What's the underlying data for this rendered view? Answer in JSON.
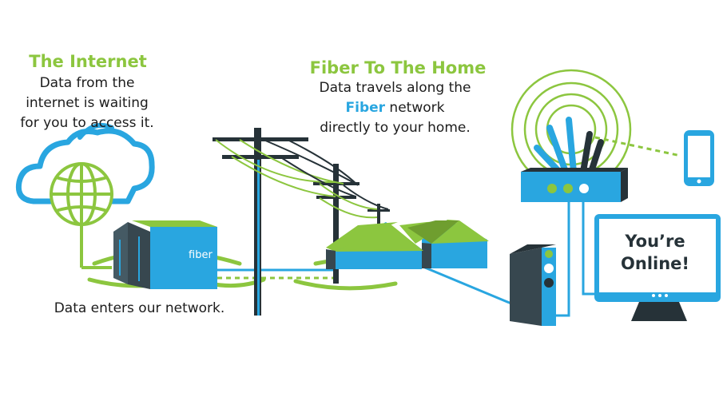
{
  "internet": {
    "title": "The Internet",
    "line1": "Data from the",
    "line2": "internet is waiting",
    "line3": "for you to access it."
  },
  "ftth": {
    "title": "Fiber To The Home",
    "line1": "Data travels along the",
    "line2_highlight": "Fiber",
    "line2_rest": " network",
    "line3": "directly to your home."
  },
  "network": {
    "caption": "Data enters our network."
  },
  "datacenter": {
    "logo": "fiber"
  },
  "monitor": {
    "line1": "You’re",
    "line2": "Online!"
  },
  "colors": {
    "accent_green": "#8cc63f",
    "fiber_blue": "#29a6e0",
    "dark_slate": "#37474f",
    "text": "#1c1c1c"
  },
  "icons": [
    "cloud-icon",
    "globe-icon",
    "tablet-icon",
    "wifi-signal-icon"
  ]
}
